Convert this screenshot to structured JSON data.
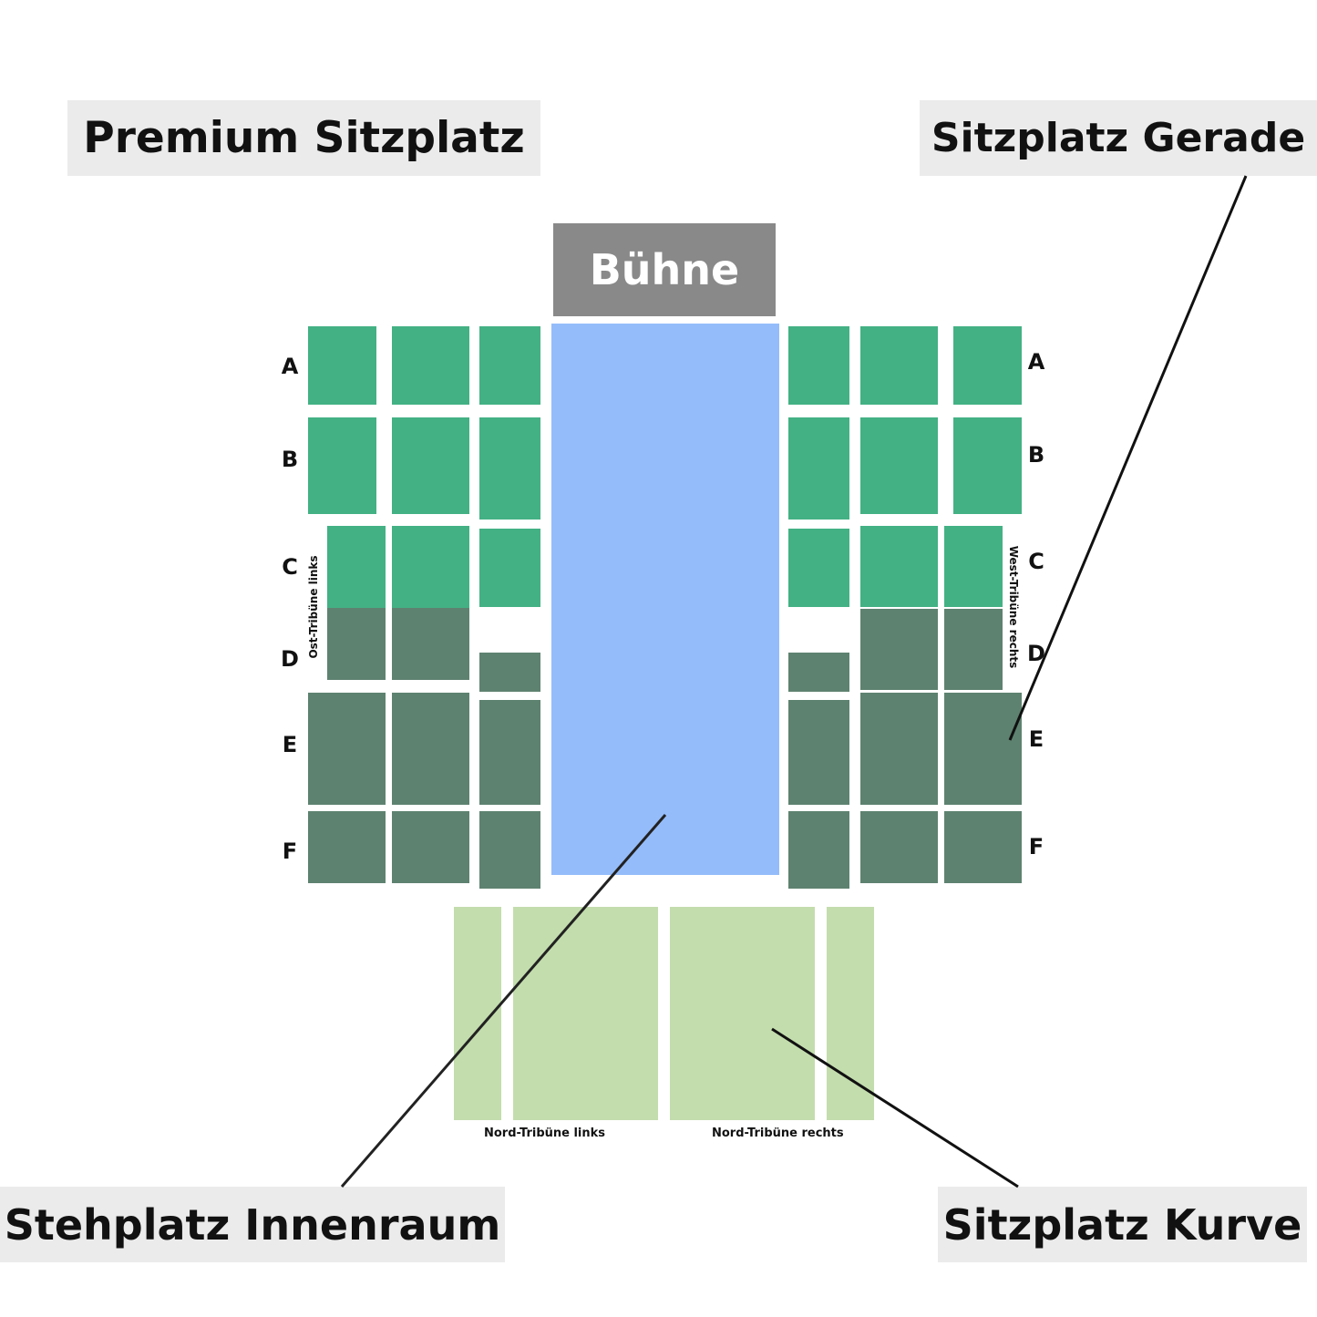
{
  "labels": {
    "premium": "Premium Sitzplatz",
    "gerade": "Sitzplatz Gerade",
    "innenraum": "Stehplatz Innenraum",
    "kurve": "Sitzplatz Kurve"
  },
  "stage": {
    "label": "Bühne"
  },
  "rows_left": [
    "A",
    "B",
    "C",
    "D",
    "E",
    "F"
  ],
  "rows_right": [
    "A",
    "B",
    "C",
    "D",
    "E",
    "F"
  ],
  "tribunes": {
    "ost": "Ost-Tribüne links",
    "west": "West-Tribüne rechts",
    "nord_links": "Nord-Tribüne links",
    "nord_rechts": "Nord-Tribüne rechts"
  },
  "colors": {
    "premium": "#43b184",
    "gerade": "#5e8270",
    "innenraum": "#94bcfa",
    "kurve": "#c3ddad",
    "stage": "#898989",
    "label_bg": "#ebebeb"
  }
}
